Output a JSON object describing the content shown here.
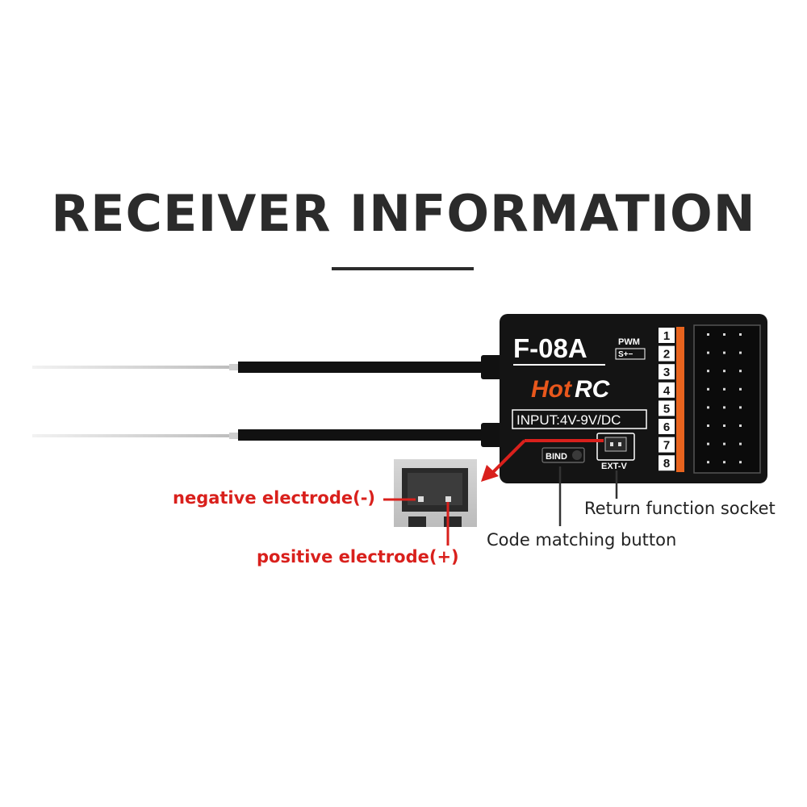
{
  "title": "RECEIVER INFORMATION",
  "receiver": {
    "model": "F-08A",
    "pwm_label": "PWM",
    "pin_label": "S+−",
    "brand_hot": "Hot",
    "brand_rc": "RC",
    "input_spec": "INPUT:4V-9V/DC",
    "bind_label": "BIND",
    "ext_label": "EXT-V",
    "channels": [
      "1",
      "2",
      "3",
      "4",
      "5",
      "6",
      "7",
      "8"
    ]
  },
  "callouts": {
    "negative": "negative electrode(-)",
    "positive": "positive electrode(+)",
    "return_socket": "Return function socket",
    "code_button": "Code matching button"
  },
  "colors": {
    "accent_red": "#d9201c",
    "brand_orange": "#e8571c",
    "channel_orange": "#e8641e",
    "body_black": "#141414"
  }
}
